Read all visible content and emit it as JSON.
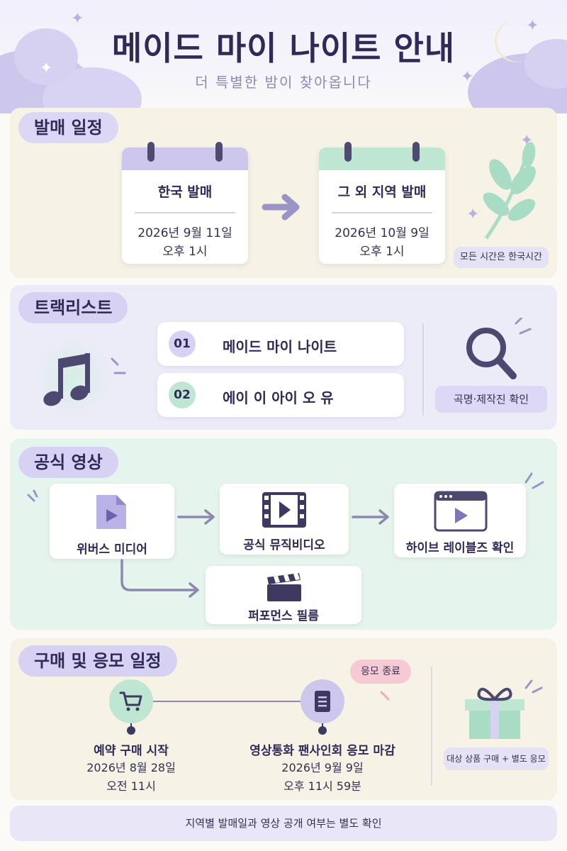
{
  "header": {
    "title": "메이드 마이 나이트 안내",
    "subtitle": "더 특별한 밤이 찾아옵니다"
  },
  "release": {
    "section_title": "발매 일정",
    "korea": {
      "title": "한국 발매",
      "date": "2026년 9월 11일",
      "time": "오후 1시"
    },
    "other": {
      "title": "그 외 지역 발매",
      "date": "2026년 10월 9일",
      "time": "오후 1시"
    },
    "timezone_note": "모든 시간은 한국시간"
  },
  "tracklist": {
    "section_title": "트랙리스트",
    "tracks": [
      {
        "num": "01",
        "name": "메이드 마이 나이트"
      },
      {
        "num": "02",
        "name": "에이 이 아이 오 유"
      }
    ],
    "credit_note": "곡명·제작진 확인"
  },
  "videos": {
    "section_title": "공식 영상",
    "weverse": "위버스 미디어",
    "mv": "공식 뮤직비디오",
    "hybe": "하이브 레이블즈 확인",
    "performance": "퍼포먼스 필름"
  },
  "purchase": {
    "section_title": "구매 및 응모 일정",
    "preorder": {
      "title": "예약 구매 시작",
      "date": "2026년 8월 28일",
      "time": "오전 11시"
    },
    "fansign": {
      "title": "영상통화 팬사인회 응모 마감",
      "date": "2026년 9월 9일",
      "time": "오후 11시 59분"
    },
    "closed_badge": "응모 종료",
    "gift_note": "대상 상품 구매 + 별도 응모"
  },
  "footer": {
    "note": "지역별 발매일과 영상 공개 여부는 별도 확인"
  },
  "colors": {
    "lavender": "#cdc7ee",
    "mint": "#bfe5d3",
    "pink": "#f7c9d4",
    "navy": "#2f2a57"
  }
}
